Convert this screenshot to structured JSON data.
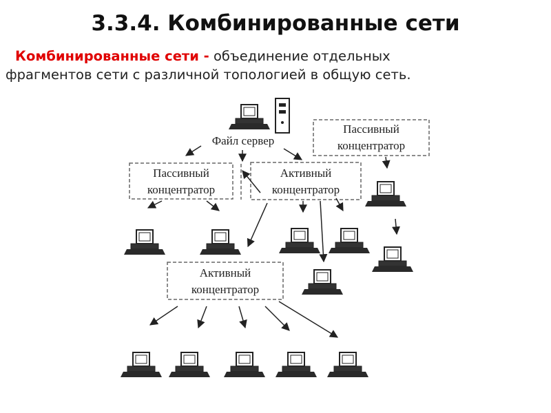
{
  "slide": {
    "title": "3.3.4. Комбинированные сети",
    "definition_term": "Комбинированные сети -",
    "definition_rest": "объединение отдельных",
    "definition_line2": "фрагментов сети с различной топологией в общую сеть."
  },
  "diagram": {
    "file_server_label": "Файл сервер",
    "passive_hub_top": [
      "Пассивный",
      "концентратор"
    ],
    "passive_hub_left": [
      "Пассивный",
      "концентратор"
    ],
    "active_hub_top": [
      "Активный",
      "концентратор"
    ],
    "active_hub_bottom": [
      "Активный",
      "концентратор"
    ]
  },
  "colors": {
    "accent": "#e00000",
    "ink": "#222222"
  }
}
